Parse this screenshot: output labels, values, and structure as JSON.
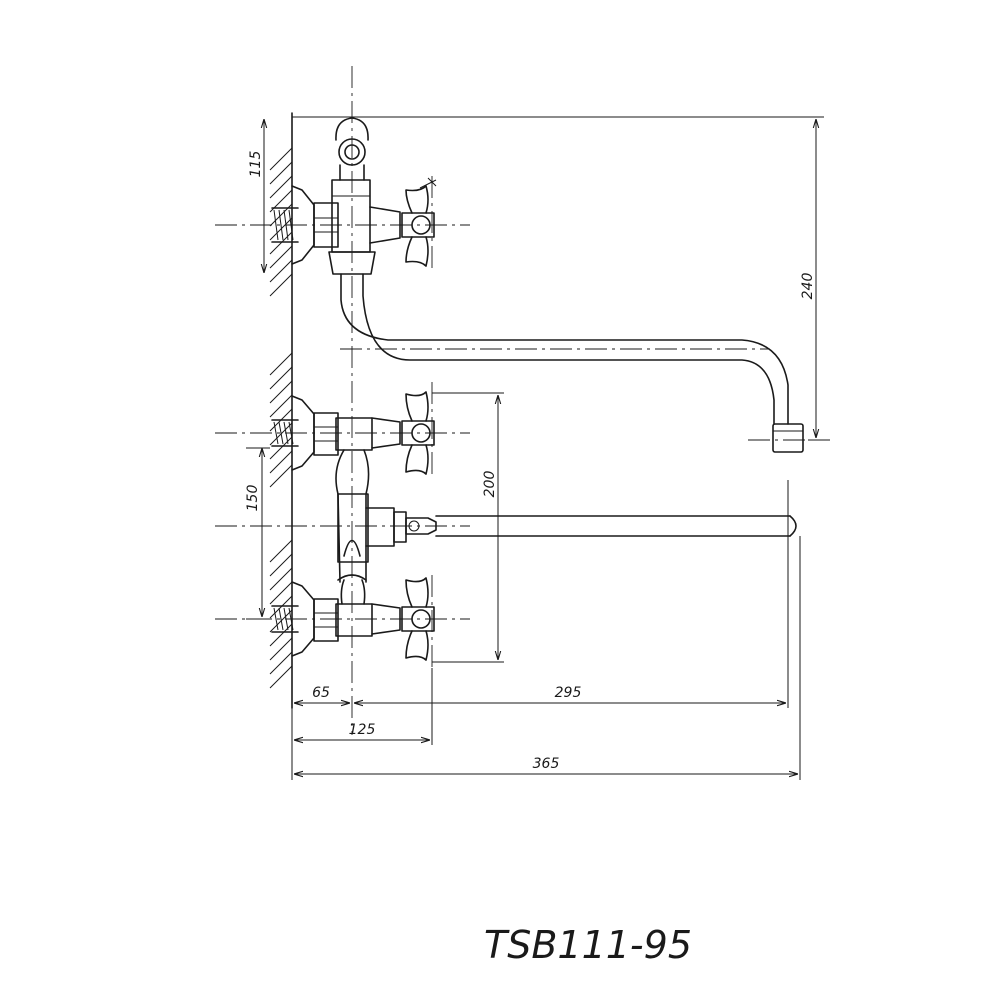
{
  "drawing": {
    "model": "TSB111-95",
    "dimensions": {
      "wall_to_outlet_height": "115",
      "top_to_spout_end": "240",
      "valve_center_spacing": "200",
      "lower_inlet_spacing": "150",
      "wall_to_body": "65",
      "body_to_spout_end": "295",
      "wall_to_handle": "125",
      "overall_length": "365"
    }
  }
}
